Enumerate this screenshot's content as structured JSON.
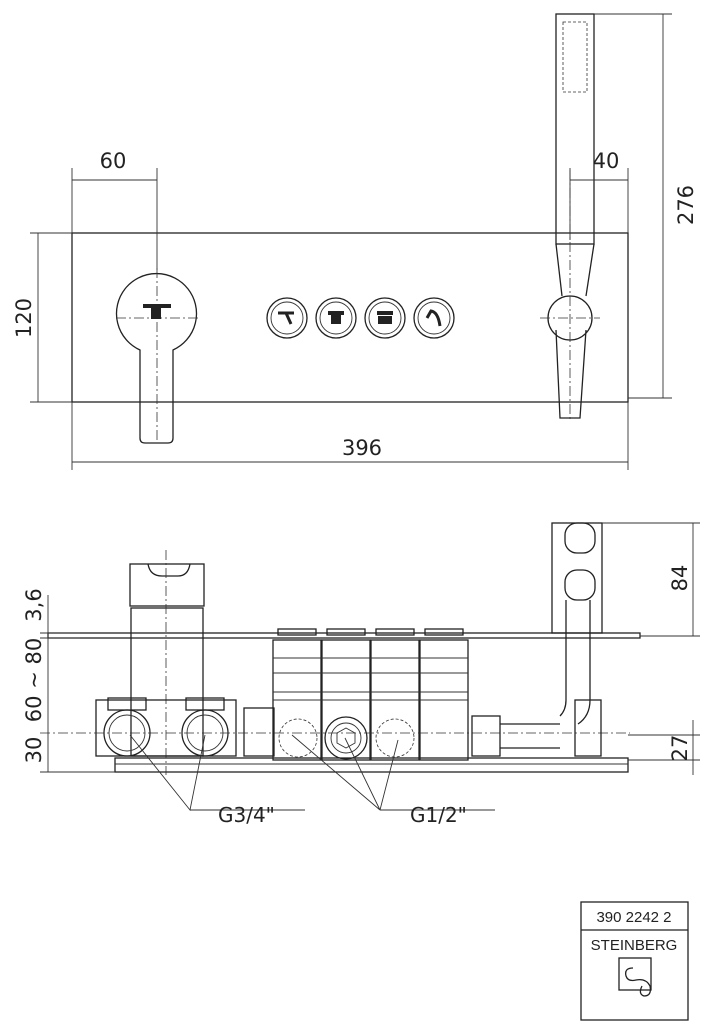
{
  "top_view": {
    "dims": {
      "mixer_offset": "60",
      "shower_offset": "40",
      "plate_height": "120",
      "total_height": "276",
      "plate_width": "396"
    },
    "buttons": [
      {
        "icon": "spout-icon"
      },
      {
        "icon": "overhead-shower-icon"
      },
      {
        "icon": "rain-shower-icon"
      },
      {
        "icon": "hand-shower-icon"
      }
    ]
  },
  "side_view": {
    "dims": {
      "plate_thickness": "3,6",
      "install_depth": "60 ~ 80",
      "axis_depth": "30",
      "projection": "84",
      "base_depth": "27"
    },
    "connections": {
      "inlet": "G3/4\"",
      "outlet": "G1/2\""
    }
  },
  "title_block": {
    "article_number": "390 2242 2",
    "brand": "STEINBERG",
    "logo": "Steinberg logo"
  }
}
